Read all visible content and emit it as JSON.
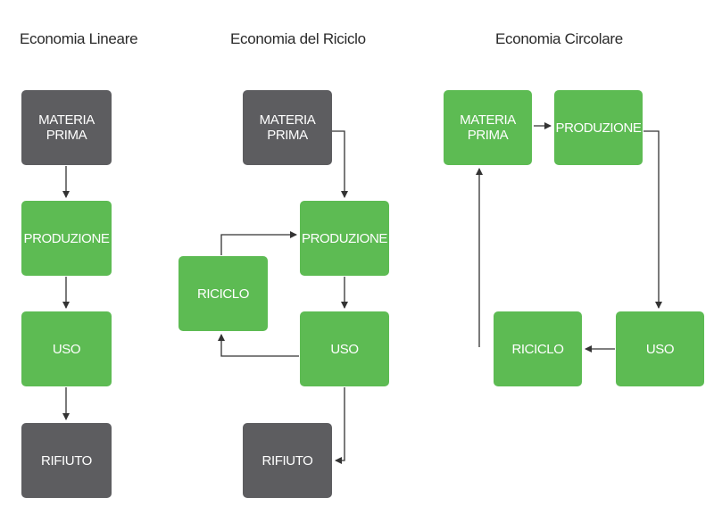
{
  "columns": [
    {
      "title": "Economia Lineare",
      "boxes": {
        "materia": "MATERIA PRIMA",
        "produzione": "PRODUZIONE",
        "uso": "USO",
        "rifiuto": "RIFIUTO"
      }
    },
    {
      "title": "Economia del Riciclo",
      "boxes": {
        "materia": "MATERIA PRIMA",
        "produzione": "PRODUZIONE",
        "riciclo": "RICICLO",
        "uso": "USO",
        "rifiuto": "RIFIUTO"
      }
    },
    {
      "title": "Economia Circolare",
      "boxes": {
        "materia": "MATERIA PRIMA",
        "produzione": "PRODUZIONE",
        "riciclo": "RICICLO",
        "uso": "USO"
      }
    }
  ],
  "colors": {
    "raw_and_waste": "#5d5d60",
    "process": "#5dbb53",
    "arrow": "#333333"
  }
}
